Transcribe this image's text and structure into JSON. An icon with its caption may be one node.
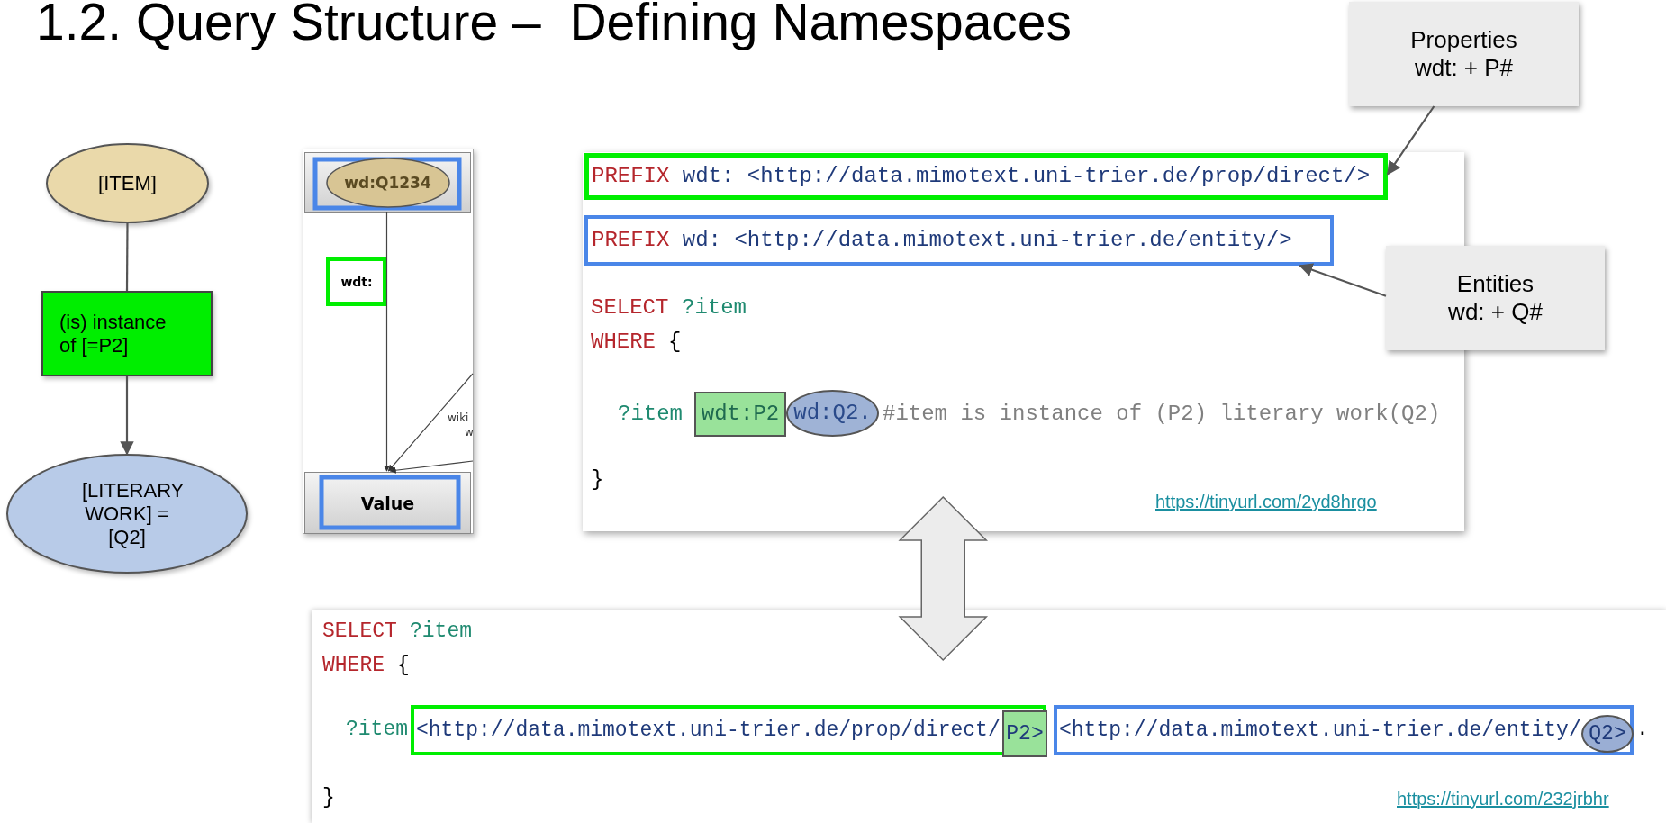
{
  "diagram": {
    "title": "1.2. Query Structure –  Defining Namespaces",
    "nodes": [
      {
        "text": [
          "[ITEM]"
        ]
      },
      {
        "text": [
          "(is) instance of [=P2]"
        ]
      },
      {
        "text": [
          "[LITERARY WORK] = [Q2]"
        ]
      },
      {
        "text": [],
        "shape": "box"
      },
      {
        "text": [
          "wd:Q1234"
        ],
        "in": 3
      },
      {
        "text": [
          "wdt:"
        ],
        "in": 3
      },
      {
        "text": [
          "Value"
        ],
        "in": 3
      },
      {
        "text": [
          "Properties",
          "wdt: + P#"
        ]
      },
      {
        "text": [
          "SELECT",
          "?item",
          "WHERE",
          "{",
          "?item",
          "#item is instance of (P2) literary work(Q2)",
          "}",
          "https://tinyurl.com/2yd8hrgo"
        ]
      },
      {
        "text": [
          "PREFIX",
          "wdt: <http://data.mimotext.uni-trier.de/prop/direct/>"
        ],
        "in": 8
      },
      {
        "text": [
          "PREFIX",
          "wd: <http://data.mimotext.uni-trier.de/entity/>"
        ],
        "in": 8
      },
      {
        "text": [
          "wdt:P2"
        ],
        "in": 8
      },
      {
        "text": [
          "wd:Q2."
        ],
        "in": 8
      },
      {
        "text": [
          "Entities",
          "wd: + Q#"
        ]
      },
      {
        "text": [
          "SELECT",
          "?item",
          "WHERE",
          "{",
          "?item",
          ".",
          "}",
          "https://tinyurl.com/232jrbhr"
        ]
      },
      {
        "text": [
          "<http://data.mimotext.uni-trier.de/prop/direct/"
        ],
        "in": 14
      },
      {
        "text": [
          "P2>"
        ],
        "in": 15
      },
      {
        "text": [
          "<http://data.mimotext.uni-trier.de/entity/"
        ],
        "in": 14
      },
      {
        "text": [
          "Q2>"
        ],
        "in": 17
      }
    ],
    "edges": [
      {
        "from": 0,
        "to": 1,
        "arrow": "none"
      },
      {
        "from": 1,
        "to": 2,
        "arrow": "to"
      },
      {
        "from": 4,
        "to": 6,
        "arrow": "to"
      },
      {
        "from": null,
        "to": 6,
        "arrow": "to"
      },
      {
        "from": null,
        "to": 6,
        "arrow": "to"
      },
      {
        "from": 7,
        "to": 9,
        "arrow": "to"
      },
      {
        "from": 13,
        "to": 10,
        "arrow": "to"
      },
      {
        "from": 8,
        "to": 14,
        "arrow": "both",
        "style": "thick"
      }
    ],
    "labels": [
      "wiki",
      "w"
    ]
  }
}
